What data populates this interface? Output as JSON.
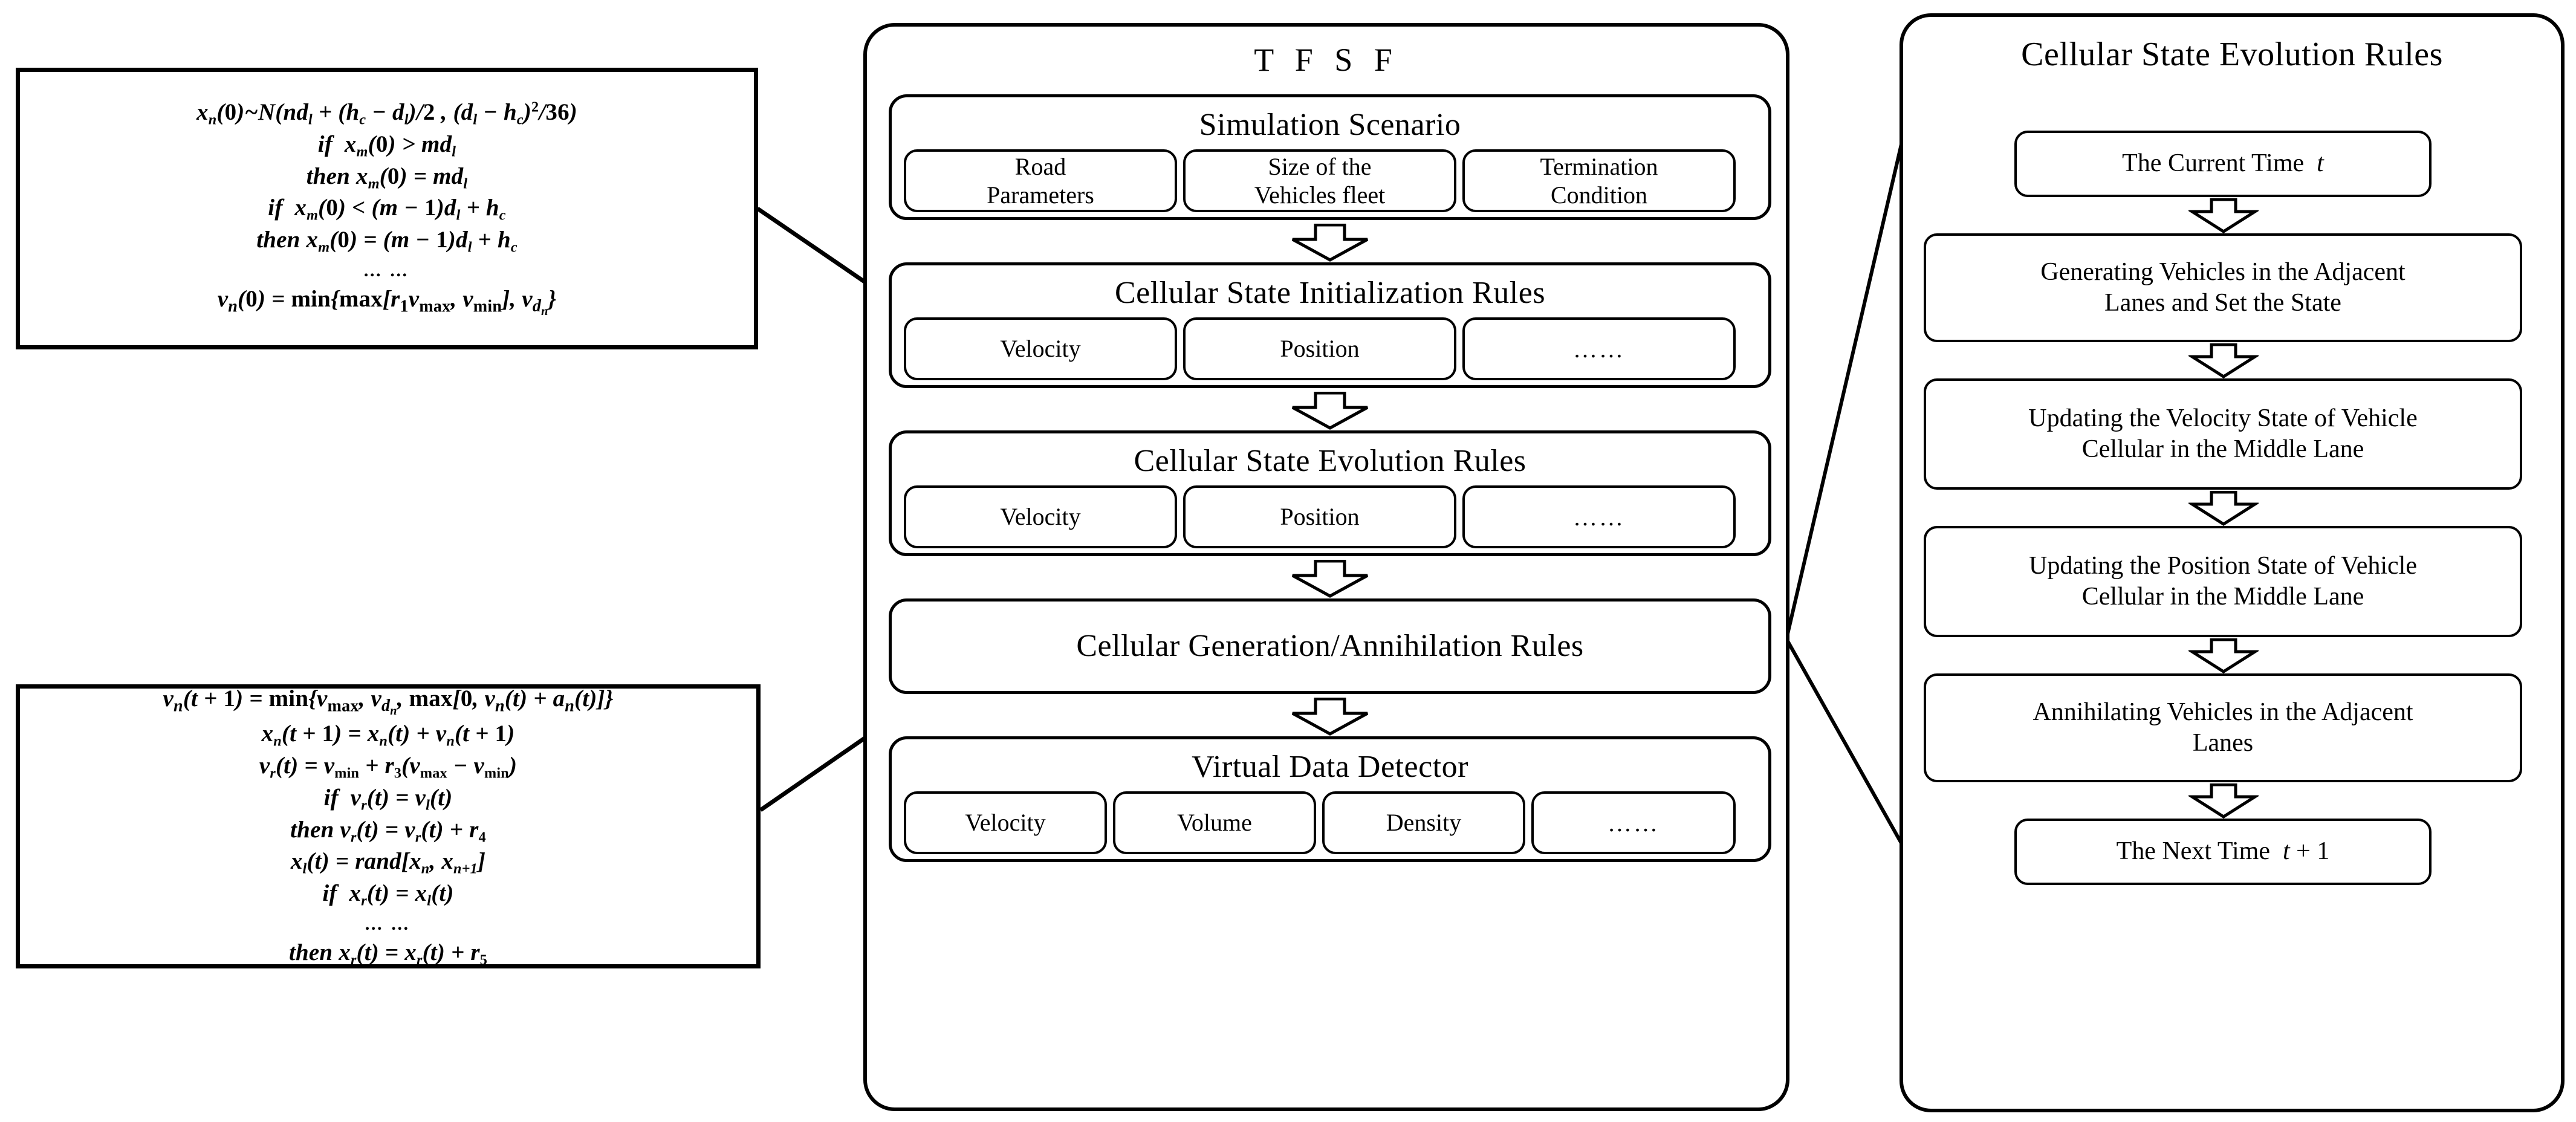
{
  "formula_boxes": [
    {
      "name": "cellular-state-initialization-formulas",
      "lines": [
        "x_n(0)~N(nd_l + (h_c − d_l)/2 , (d_l − h_c)^2/36)",
        "if  x_m(0) > md_l",
        "then x_m(0) = md_l",
        "if  x_m(0) < (m − 1)d_l + h_c",
        "then x_m(0) = (m − 1)d_l + h_c",
        "… …",
        "v_n(0) = min{max[r_1 v_max, v_min], v_{d_n}}"
      ]
    },
    {
      "name": "cellular-state-evolution-formulas",
      "lines": [
        "v_n(t + 1) = min{v_max, v_{d_n}, max[0, v_n(t) + a_n(t)]}",
        "x_n(t + 1) = x_n(t) + v_n(t + 1)",
        "v_r(t) = v_min + r_3(v_max − v_min)",
        "if  v_r(t) = v_l(t)",
        "then v_r(t) = v_r(t) + r_4",
        "x_l(t) = rand[x_n, x_{n+1}]",
        "if  x_r(t) = x_l(t)",
        "… …",
        "then x_r(t) = x_r(t) + r_5"
      ]
    }
  ],
  "tfsf": {
    "title": "T F S F",
    "sections": [
      {
        "name": "simulation-scenario",
        "title": "Simulation Scenario",
        "chips": [
          "Road Parameters",
          "Size of the Vehicles fleet",
          "Termination Condition"
        ]
      },
      {
        "name": "cellular-state-initialization-rules",
        "title": "Cellular State Initialization Rules",
        "chips": [
          "Velocity",
          "Position",
          "……"
        ]
      },
      {
        "name": "cellular-state-evolution-rules",
        "title": "Cellular State Evolution Rules",
        "chips": [
          "Velocity",
          "Position",
          "……"
        ]
      },
      {
        "name": "cellular-generation-annihilation-rules",
        "title": "Cellular Generation/Annihilation Rules",
        "chips": []
      },
      {
        "name": "virtual-data-detector",
        "title": "Virtual Data Detector",
        "chips": [
          "Velocity",
          "Volume",
          "Density",
          "……"
        ]
      }
    ]
  },
  "evolution_panel": {
    "title": "Cellular State Evolution Rules",
    "nodes": [
      "The Current Time  t",
      "Generating Vehicles in the Adjacent Lanes and Set the State",
      "Updating the Velocity State of Vehicle Cellular in the Middle Lane",
      "Updating the Position State of Vehicle Cellular in the Middle Lane",
      "Annihilating Vehicles in the Adjacent Lanes",
      "The Next Time  t + 1"
    ]
  },
  "colors": {
    "stroke": "#000000",
    "background": "#ffffff"
  },
  "icons": {
    "flow_arrow": "block-arrow-down-icon",
    "link_line": "connector-line-icon"
  }
}
